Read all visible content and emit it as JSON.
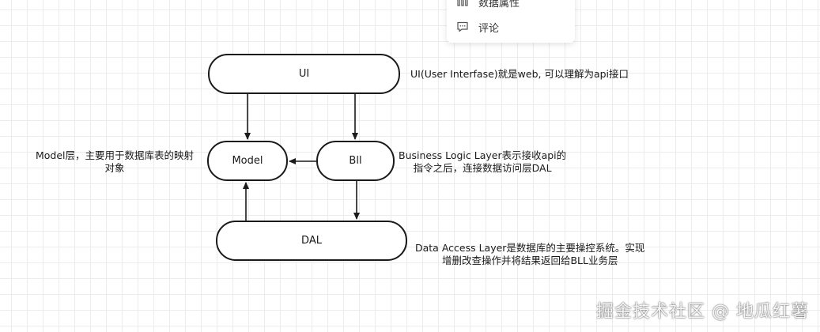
{
  "context_menu": {
    "items": [
      {
        "label": "数据属性",
        "icon": "data-attributes-icon"
      },
      {
        "label": "评论",
        "icon": "comment-icon"
      }
    ]
  },
  "diagram": {
    "nodes": {
      "ui": "UI",
      "model": "Model",
      "bll": "Bll",
      "dal": "DAL"
    },
    "notes": {
      "ui": [
        "UI(User Interfase)就是web, 可以理解为api接口"
      ],
      "model": [
        "Model层，主要用于数据库表的映射",
        "对象"
      ],
      "bll": [
        "Business Logic Layer表示接收api的",
        "指令之后，连接数据访问层DAL"
      ],
      "dal": [
        "Data Access Layer是数据库的主要操控系统。实现",
        "增删改查操作并将结果返回给BLL业务层"
      ]
    },
    "edges": [
      {
        "from": "UI",
        "to": "Model"
      },
      {
        "from": "UI",
        "to": "Bll"
      },
      {
        "from": "Bll",
        "to": "Model"
      },
      {
        "from": "Bll",
        "to": "DAL"
      },
      {
        "from": "DAL",
        "to": "Model"
      }
    ]
  },
  "watermark": "掘金技术社区 @ 地瓜红薯"
}
